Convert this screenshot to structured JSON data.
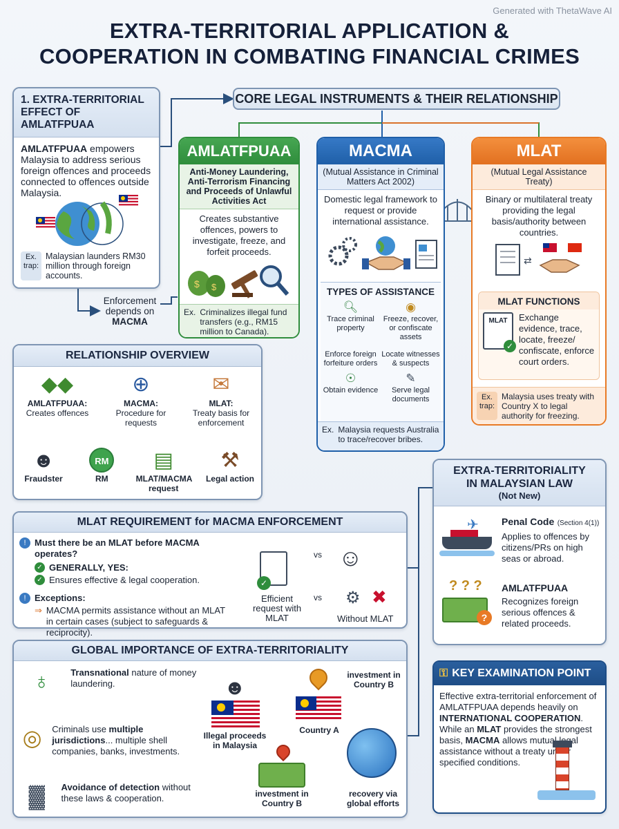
{
  "watermark": "Generated with ThetaWave AI",
  "title": {
    "line1": "EXTRA-TERRITORIAL APPLICATION &",
    "line2": "COOPERATION IN COMBATING FINANCIAL CRIMES"
  },
  "section1": {
    "heading_line1": "1. EXTRA-TERRITORIAL",
    "heading_line2": "EFFECT OF AMLATFPUAA",
    "body_bold": "AMLATFPUAA",
    "body_rest": " empowers Malaysia to address serious foreign offences and proceeds connected to offences outside Malaysia.",
    "ex_tag": "Ex. trap:",
    "example": "Malaysian launders RM30 million through foreign accounts.",
    "enforcement_line1": "Enforcement",
    "enforcement_line2": "depends on",
    "enforcement_bold": "MACMA"
  },
  "core": {
    "title": "CORE LEGAL INSTRUMENTS & THEIR RELATIONSHIP",
    "amla": {
      "name": "AMLATFPUAA",
      "full": "Anti-Money Laundering, Anti-Terrorism Financing and Proceeds of Unlawful Activities Act",
      "desc": "Creates substantive offences, powers to investigate, freeze, and forfeit proceeds.",
      "ex_tag": "Ex.",
      "example": "Criminalizes illegal fund transfers (e.g., RM15 million to Canada)."
    },
    "macma": {
      "name": "MACMA",
      "full": "(Mutual Assistance in Criminal Matters Act 2002)",
      "desc": "Domestic legal framework to request or provide international assistance.",
      "types_title": "TYPES OF ASSISTANCE",
      "types": [
        "Trace criminal property",
        "Freeze, recover, or confiscate assets",
        "Enforce foreign forfeiture orders",
        "Locate witnesses & suspects",
        "Obtain evidence",
        "Serve legal documents"
      ],
      "ex_tag": "Ex.",
      "example": "Malaysia requests Australia to trace/recover bribes."
    },
    "mlat": {
      "name": "MLAT",
      "full": "(Mutual Legal Assistance Treaty)",
      "desc": "Binary or multilateral treaty providing the legal basis/authority between countries.",
      "functions_title": "MLAT FUNCTIONS",
      "functions": "Exchange evidence, trace, locate, freeze/ confiscate, enforce court orders.",
      "doc_label": "MLAT",
      "ex_tag": "Ex. trap:",
      "example": "Malaysia uses treaty with Country X to legal authority for freezing."
    }
  },
  "relationship": {
    "title": "RELATIONSHIP OVERVIEW",
    "items": [
      {
        "name": "AMLATFPUAA:",
        "desc": "Creates offences"
      },
      {
        "name": "MACMA:",
        "desc": "Procedure for requests"
      },
      {
        "name": "MLAT:",
        "desc": "Treaty basis for enforcement"
      }
    ],
    "flow": [
      "Fraudster",
      "RM",
      "MLAT/MACMA request",
      "Legal action"
    ],
    "rm_badge": "RM"
  },
  "requirement": {
    "title": "MLAT REQUIREMENT for MACMA ENFORCEMENT",
    "question": "Must there be an MLAT before MACMA operates?",
    "yes_bold": "GENERALLY, YES:",
    "yes_detail": "Ensures effective & legal cooperation.",
    "exceptions": "Exceptions:",
    "exception_detail": "MACMA permits assistance without an MLAT in certain cases (subject to safeguards & reciprocity).",
    "vs": "vs",
    "with_label": "Efficient request with MLAT",
    "without_label": "Without MLAT"
  },
  "global": {
    "title": "GLOBAL IMPORTANCE OF EXTRA-TERRITORIALITY",
    "points": [
      {
        "bold": "Transnational",
        "rest": " nature of money laundering."
      },
      {
        "pre": "Criminals use ",
        "bold": "multiple jurisdictions",
        "rest": "... multiple shell companies, banks, investments."
      },
      {
        "bold": "Avoidance of detection",
        "rest": " without these laws & cooperation."
      }
    ],
    "labels": {
      "illegal": "Illegal proceeds in Malaysia",
      "country_a": "Country A",
      "invest_top": "investment in Country B",
      "invest_bottom": "investment in Country B",
      "recovery": "recovery via global efforts"
    }
  },
  "extra": {
    "title_line1": "EXTRA-TERRITORIALITY",
    "title_line2": "IN MALAYSIAN LAW",
    "subtitle": "(Not New)",
    "penal_title": "Penal Code",
    "penal_section": "(Section 4(1))",
    "penal_desc": "Applies to offences by citizens/PRs on high seas or abroad.",
    "amla_title": "AMLATFPUAA",
    "amla_desc": "Recognizes foreign serious offences & related proceeds."
  },
  "key": {
    "title": "KEY EXAMINATION POINT",
    "t1": "Effective extra-territorial enforcement of AMLATFPUAA depends heavily on ",
    "t1_bold": "INTERNATIONAL COOPERATION",
    "t2": ". While an ",
    "t2_bold": "MLAT",
    "t3": " provides the strongest basis, ",
    "t3_bold": "MACMA",
    "t4": " allows mutual legal assistance without a treaty under specified conditions."
  },
  "colors": {
    "amla": "#2f8d3c",
    "macma": "#1f5fa8",
    "mlat": "#e87a25",
    "border": "#7e95b3",
    "key_head": "#1e4d86"
  }
}
